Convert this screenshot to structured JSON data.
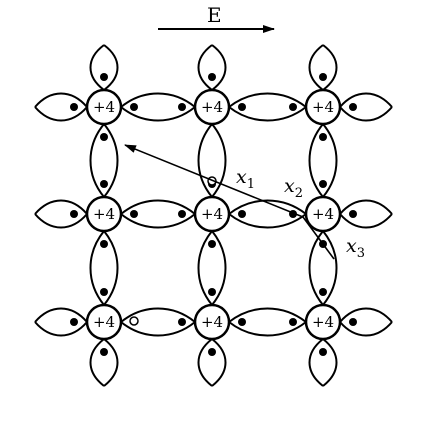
{
  "field": {
    "label": "E"
  },
  "lattice": {
    "atom_label": "+4",
    "rows": 3,
    "cols": 3
  },
  "markers": [
    {
      "id": "x1",
      "symbol": "x",
      "subscript": "1"
    },
    {
      "id": "x2",
      "symbol": "x",
      "subscript": "2"
    },
    {
      "id": "x3",
      "symbol": "x",
      "subscript": "3"
    }
  ],
  "colors": {
    "stroke": "#000000",
    "background": "#ffffff"
  }
}
